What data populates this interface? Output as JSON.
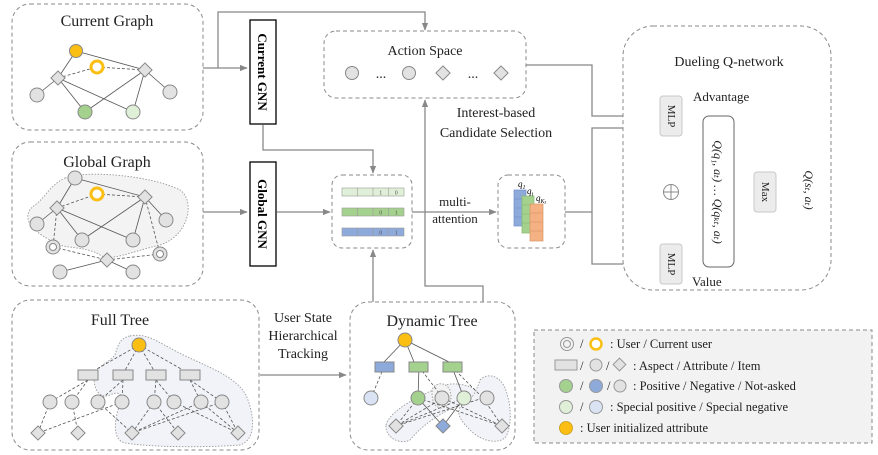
{
  "figure": {
    "current_graph": {
      "title": "Current Graph"
    },
    "global_graph": {
      "title": "Global Graph"
    },
    "full_tree": {
      "title": "Full Tree"
    },
    "dynamic_tree": {
      "title": "Dynamic Tree"
    },
    "current_gnn": {
      "label": "Current GNN"
    },
    "global_gnn": {
      "label": "Global GNN"
    },
    "action_space": {
      "title": "Action Space",
      "ellipsis": "..."
    },
    "candidate_selection": {
      "line1": "Interest-based",
      "line2": "Candidate Selection"
    },
    "tracking": {
      "line1": "User State",
      "line2": "Hierarchical",
      "line3": "Tracking"
    },
    "embeddings": {
      "rows": [
        {
          "color": "#e0efd8",
          "bits": [
            "1",
            "0"
          ]
        },
        {
          "color": "#a5d18e",
          "bits": [
            "0",
            "1"
          ]
        },
        {
          "color": "#8eaadb",
          "bits": [
            "0",
            "1"
          ]
        }
      ]
    },
    "multi_attention": {
      "line1": "multi-",
      "line2": "attention"
    },
    "queries": {
      "q1": "q",
      "q1_sub": "1",
      "qi": "q",
      "qi_sub": "i",
      "qk": "q",
      "qk_sub": "K",
      "qk_subsub": "t"
    },
    "dueling": {
      "title": "Dueling Q-network",
      "advantage": "Advantage",
      "value": "Value",
      "mlp": "MLP",
      "max": "Max",
      "q_values": "Q(q₁, aₜ) … Q(qₖₜ, aₜ)",
      "output": "Q(sₜ, aₜ)"
    }
  },
  "legend": {
    "items": [
      {
        "symbols": "user / current-user",
        "text": ": User / Current user"
      },
      {
        "symbols": "aspect / attribute / item",
        "text": ": Aspect / Attribute / Item"
      },
      {
        "symbols": "positive / negative / not-asked",
        "text": ": Positive / Negative / Not-asked"
      },
      {
        "symbols": "special-positive / special-negative",
        "text": ": Special positive / Special  negative"
      },
      {
        "symbols": "user-initialized",
        "text": ": User initialized attribute"
      }
    ],
    "separator": "/"
  },
  "colors": {
    "orange": "#fbbf14",
    "green": "#a5d18e",
    "light_green": "#e0efd8",
    "blue": "#8eaadb",
    "light_blue": "#dae3f3",
    "gray": "#e2e2e2",
    "orange_block": "#f4b183"
  }
}
